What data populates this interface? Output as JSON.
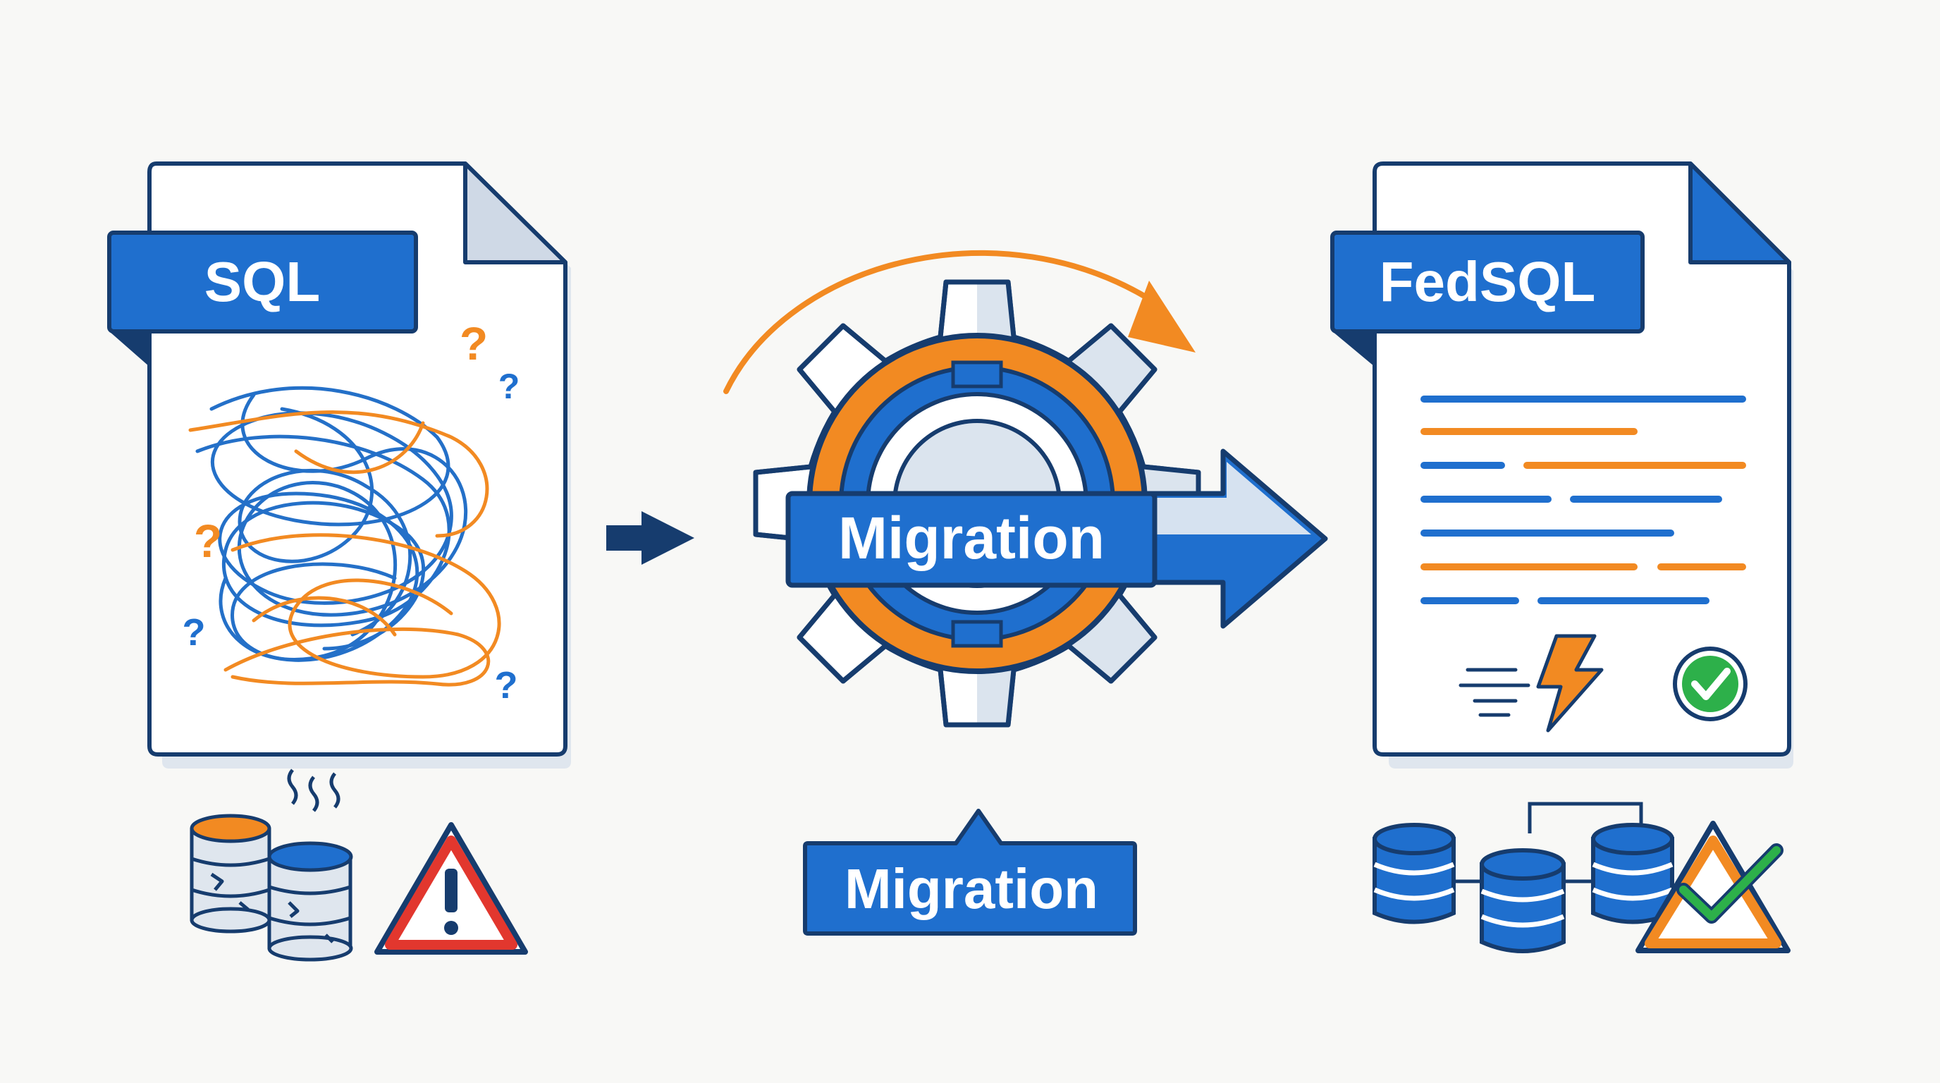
{
  "colors": {
    "background": "#f8f8f6",
    "navy": "#163c6e",
    "blue": "#1f6fce",
    "orange": "#f28a22",
    "light_blue": "#d9e3ee",
    "green": "#2db04a",
    "red": "#e2372e",
    "white": "#ffffff"
  },
  "source": {
    "label": "SQL",
    "question_mark": "?"
  },
  "process": {
    "gear_label": "Migration",
    "callout_label": "Migration"
  },
  "target": {
    "label": "FedSQL"
  },
  "icons": {
    "flow_arrow": "right-arrow-icon",
    "gear": "gear-icon",
    "rotation_arrow": "curved-arrow-icon",
    "broken_databases": "broken-database-icon",
    "warning": "warning-triangle-icon",
    "lightning": "lightning-bolt-icon",
    "check": "check-circle-icon",
    "connected_databases": "database-network-icon",
    "validated": "triangle-check-icon"
  }
}
